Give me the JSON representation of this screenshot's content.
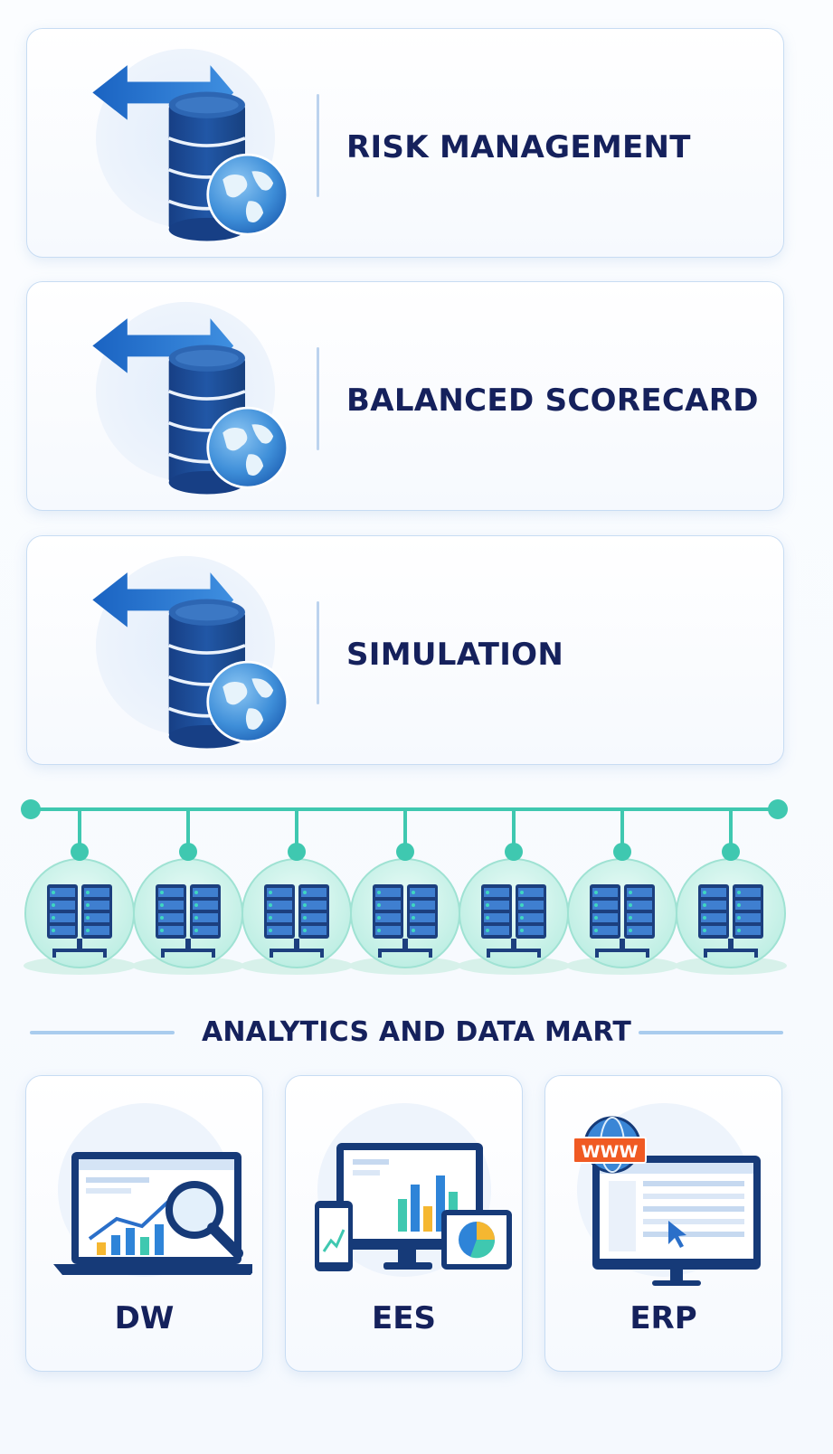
{
  "modules": [
    {
      "label": "RISK MANAGEMENT",
      "icon": "database-globe-icon"
    },
    {
      "label": "BALANCED SCORECARD",
      "icon": "database-globe-icon"
    },
    {
      "label": "SIMULATION",
      "icon": "database-globe-icon"
    }
  ],
  "network": {
    "server_count": 7,
    "icon": "server-rack-icon"
  },
  "section": {
    "title": "ANALYTICS AND DATA MART"
  },
  "sources": [
    {
      "label": "DW",
      "icon": "laptop-analytics-icon"
    },
    {
      "label": "EES",
      "icon": "multi-device-dashboard-icon"
    },
    {
      "label": "ERP",
      "icon": "web-monitor-icon",
      "badge": "WWW"
    }
  ],
  "colors": {
    "navy": "#15215c",
    "blue": "#1e62b6",
    "teal": "#3fc8b0",
    "border": "#c7dcf3"
  }
}
